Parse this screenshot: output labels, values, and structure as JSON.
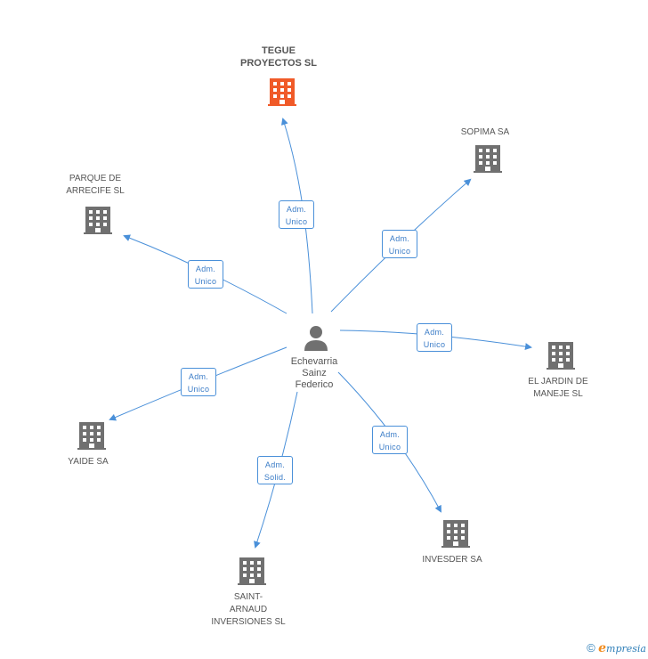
{
  "center": {
    "name": "Echevarria\nSainz\nFederico"
  },
  "companies": [
    {
      "id": "tegue",
      "name": "TEGUE\nPROYECTOS SL",
      "focus": true,
      "role_line1": "Adm.",
      "role_line2": "Unico"
    },
    {
      "id": "sopima",
      "name": "SOPIMA SA",
      "focus": false,
      "role_line1": "Adm.",
      "role_line2": "Unico"
    },
    {
      "id": "parque",
      "name": "PARQUE DE\nARRECIFE SL",
      "focus": false,
      "role_line1": "Adm.",
      "role_line2": "Unico"
    },
    {
      "id": "jardin",
      "name": "EL JARDIN DE\nMANEJE SL",
      "focus": false,
      "role_line1": "Adm.",
      "role_line2": "Unico"
    },
    {
      "id": "yaide",
      "name": "YAIDE SA",
      "focus": false,
      "role_line1": "Adm.",
      "role_line2": "Unico"
    },
    {
      "id": "invesder",
      "name": "INVESDER SA",
      "focus": false,
      "role_line1": "Adm.",
      "role_line2": "Unico"
    },
    {
      "id": "saint",
      "name": "SAINT-\nARNAUD\nINVERSIONES SL",
      "focus": false,
      "role_line1": "Adm.",
      "role_line2": "Solid."
    }
  ],
  "colors": {
    "edge": "#4a90d9",
    "building": "#707070",
    "building_focus": "#f05a28"
  },
  "footer": {
    "copyright": "©",
    "brand_initial": "e",
    "brand_rest": "mpresia"
  }
}
